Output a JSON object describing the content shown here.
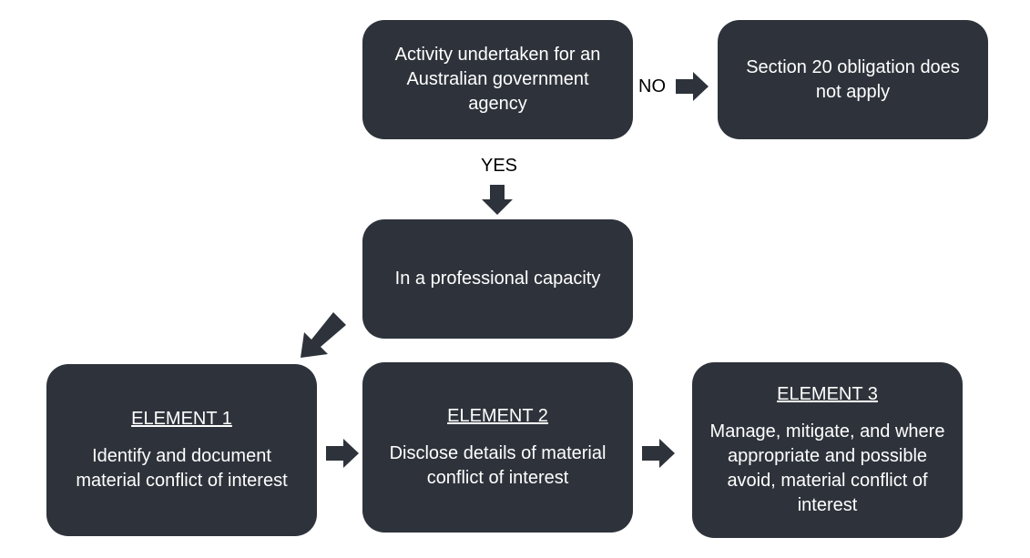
{
  "boxes": {
    "activity": "Activity undertaken for an Australian government agency",
    "section": "Section 20 obligation does not apply",
    "professional": "In a professional capacity",
    "element1": {
      "heading": "ELEMENT 1",
      "text": "Identify and document material conflict of interest"
    },
    "element2": {
      "heading": "ELEMENT 2",
      "text": "Disclose details of material conflict of interest"
    },
    "element3": {
      "heading": "ELEMENT 3",
      "text": "Manage, mitigate, and where appropriate and possible avoid, material conflict of interest"
    }
  },
  "labels": {
    "no": "NO",
    "yes": "YES"
  },
  "colors": {
    "box_fill": "#2e333b",
    "box_text": "#ffffff",
    "label_text": "#000000"
  }
}
